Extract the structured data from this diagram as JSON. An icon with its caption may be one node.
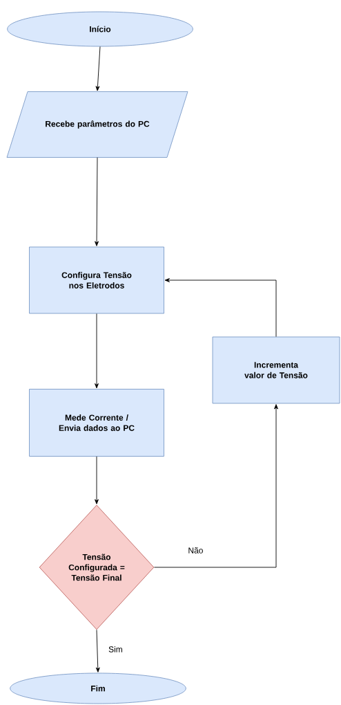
{
  "diagram": {
    "nodes": [
      {
        "text": [
          "Início"
        ]
      },
      {
        "text": [
          "Recebe parâmetros do PC"
        ]
      },
      {
        "text": [
          "Configura Tensão nos Eletrodos"
        ]
      },
      {
        "text": [
          "Mede Corrente / Envia dados ao PC"
        ]
      },
      {
        "text": [
          "Tensão Configurada = Tensão Final"
        ]
      },
      {
        "text": [
          "Fim"
        ]
      },
      {
        "text": [
          "Incrementa valor de Tensão"
        ]
      }
    ],
    "edges": [
      {
        "from": 0,
        "to": 1,
        "arrow": "to"
      },
      {
        "from": 1,
        "to": 2,
        "arrow": "to"
      },
      {
        "from": 2,
        "to": 3,
        "arrow": "to"
      },
      {
        "from": 3,
        "to": 4,
        "arrow": "to"
      },
      {
        "from": 4,
        "to": 5,
        "arrow": "to",
        "label": "Sim"
      },
      {
        "from": 4,
        "to": 6,
        "arrow": "to",
        "label": "Não"
      },
      {
        "from": 6,
        "to": 2,
        "arrow": "to"
      }
    ]
  }
}
